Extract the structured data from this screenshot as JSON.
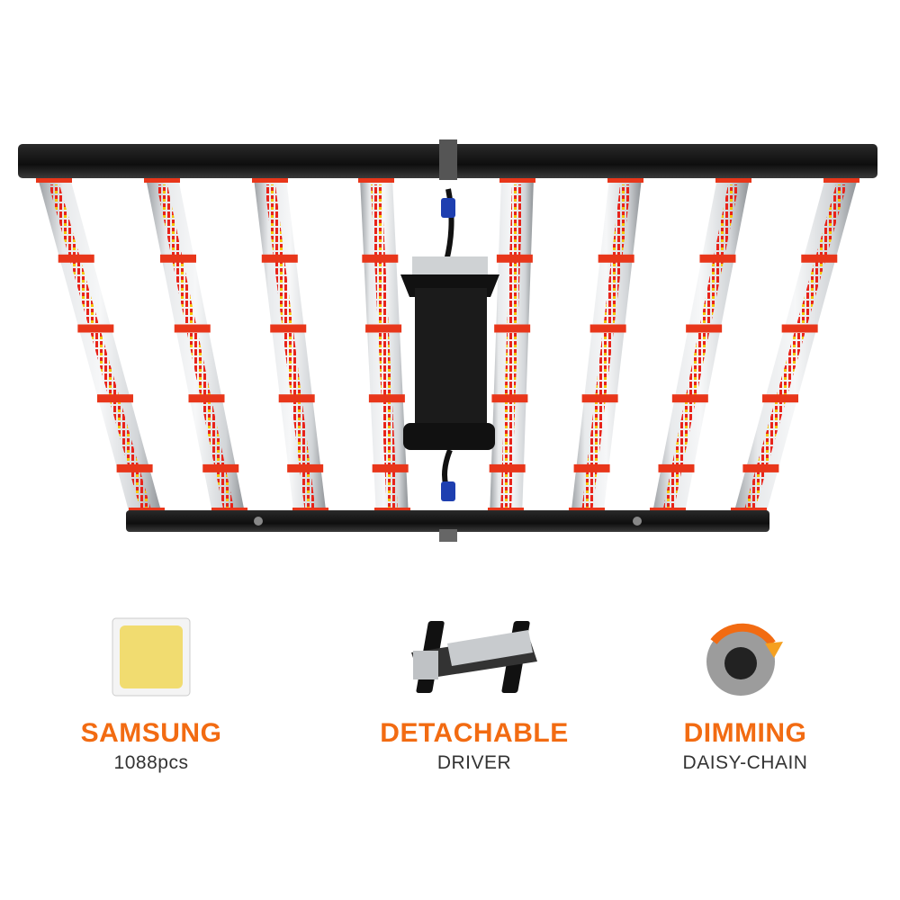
{
  "features": [
    {
      "title": "SAMSUNG",
      "subtitle": "1088pcs",
      "icon": "led-chip-icon"
    },
    {
      "title": "DETACHABLE",
      "subtitle": "DRIVER",
      "icon": "driver-icon"
    },
    {
      "title": "DIMMING",
      "subtitle": "DAISY-CHAIN",
      "icon": "dimmer-knob-icon"
    }
  ],
  "colors": {
    "accent": "#f26b12",
    "led_red": "#e8231a",
    "led_yellow": "#f5c400",
    "frame": "#141414",
    "bar_silver": "#d4d6d8"
  }
}
